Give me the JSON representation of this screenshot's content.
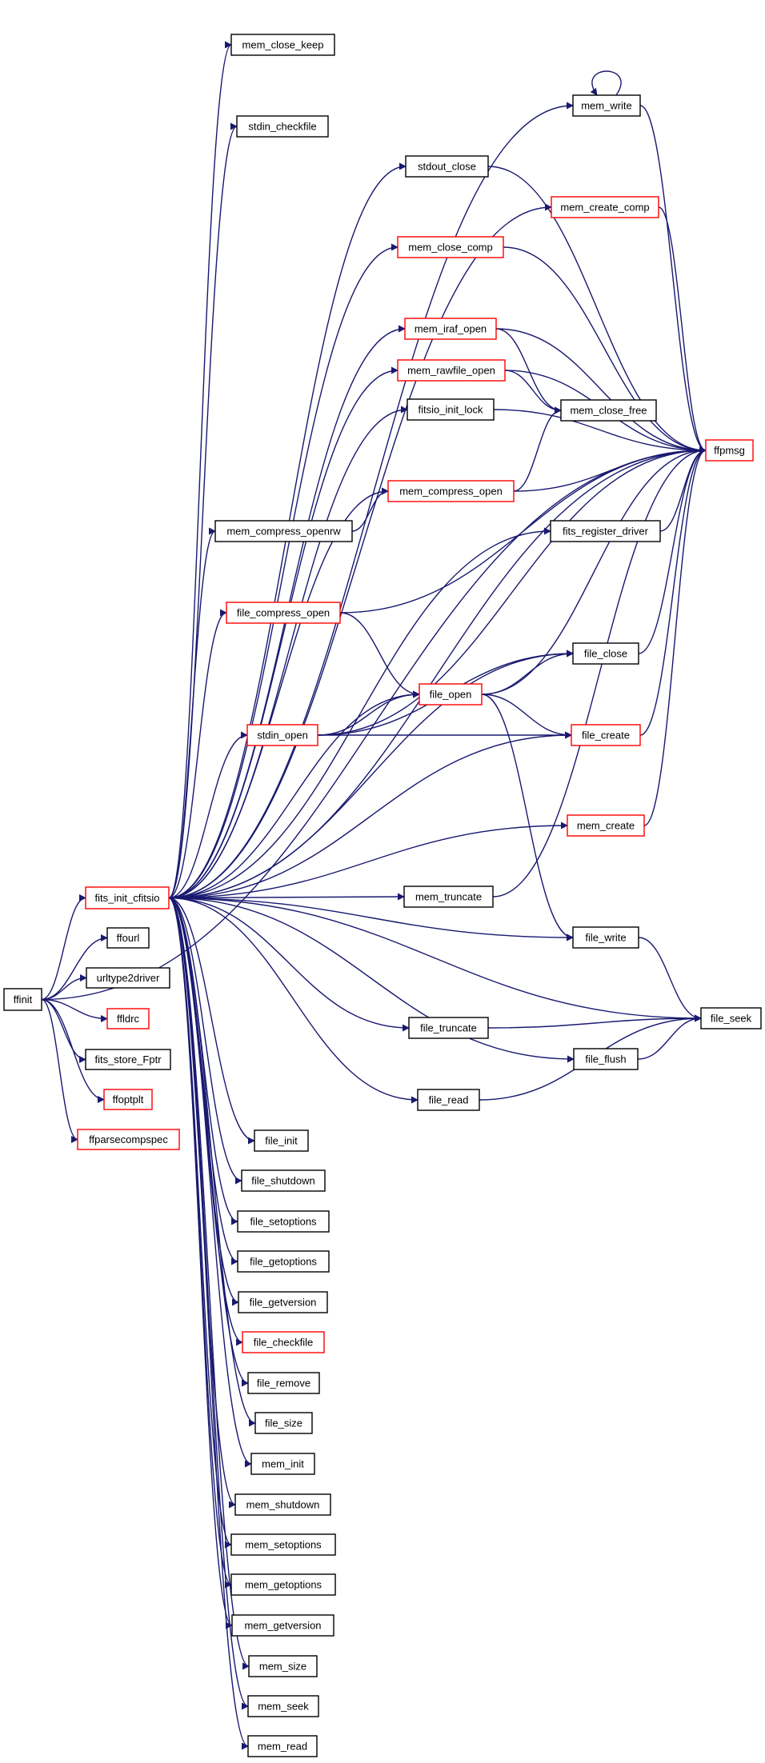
{
  "colors": {
    "edge": "#191970",
    "border_plain": "#000000",
    "border_linked": "#ff0000",
    "root_fill": "#bfbfbf",
    "node_fill": "#ffffff"
  },
  "nodes": [
    {
      "id": "ffinit",
      "label": "ffinit",
      "kind": "root"
    },
    {
      "id": "fits_init_cfitsio",
      "label": "fits_init_cfitsio",
      "kind": "linked"
    },
    {
      "id": "ffourl",
      "label": "ffourl",
      "kind": "plain"
    },
    {
      "id": "urltype2driver",
      "label": "urltype2driver",
      "kind": "plain"
    },
    {
      "id": "ffldrc",
      "label": "ffldrc",
      "kind": "linked"
    },
    {
      "id": "fits_store_Fptr",
      "label": "fits_store_Fptr",
      "kind": "plain"
    },
    {
      "id": "ffoptplt",
      "label": "ffoptplt",
      "kind": "linked"
    },
    {
      "id": "ffparsecompspec",
      "label": "ffparsecompspec",
      "kind": "linked"
    },
    {
      "id": "mem_close_keep",
      "label": "mem_close_keep",
      "kind": "plain"
    },
    {
      "id": "mem_write",
      "label": "mem_write",
      "kind": "plain"
    },
    {
      "id": "stdin_checkfile",
      "label": "stdin_checkfile",
      "kind": "plain"
    },
    {
      "id": "stdout_close",
      "label": "stdout_close",
      "kind": "plain"
    },
    {
      "id": "mem_create_comp",
      "label": "mem_create_comp",
      "kind": "linked"
    },
    {
      "id": "mem_close_comp",
      "label": "mem_close_comp",
      "kind": "linked"
    },
    {
      "id": "mem_iraf_open",
      "label": "mem_iraf_open",
      "kind": "linked"
    },
    {
      "id": "mem_rawfile_open",
      "label": "mem_rawfile_open",
      "kind": "linked"
    },
    {
      "id": "fitsio_init_lock",
      "label": "fitsio_init_lock",
      "kind": "plain"
    },
    {
      "id": "mem_close_free",
      "label": "mem_close_free",
      "kind": "plain"
    },
    {
      "id": "ffpmsg",
      "label": "ffpmsg",
      "kind": "linked"
    },
    {
      "id": "mem_compress_open",
      "label": "mem_compress_open",
      "kind": "linked"
    },
    {
      "id": "mem_compress_openrw",
      "label": "mem_compress_openrw",
      "kind": "plain"
    },
    {
      "id": "fits_register_driver",
      "label": "fits_register_driver",
      "kind": "plain"
    },
    {
      "id": "file_compress_open",
      "label": "file_compress_open",
      "kind": "linked"
    },
    {
      "id": "file_close",
      "label": "file_close",
      "kind": "plain"
    },
    {
      "id": "file_open",
      "label": "file_open",
      "kind": "linked"
    },
    {
      "id": "stdin_open",
      "label": "stdin_open",
      "kind": "linked"
    },
    {
      "id": "file_create",
      "label": "file_create",
      "kind": "linked"
    },
    {
      "id": "mem_create",
      "label": "mem_create",
      "kind": "linked"
    },
    {
      "id": "mem_truncate",
      "label": "mem_truncate",
      "kind": "plain"
    },
    {
      "id": "file_write",
      "label": "file_write",
      "kind": "plain"
    },
    {
      "id": "file_seek",
      "label": "file_seek",
      "kind": "plain"
    },
    {
      "id": "file_truncate",
      "label": "file_truncate",
      "kind": "plain"
    },
    {
      "id": "file_flush",
      "label": "file_flush",
      "kind": "plain"
    },
    {
      "id": "file_read",
      "label": "file_read",
      "kind": "plain"
    },
    {
      "id": "file_init",
      "label": "file_init",
      "kind": "plain"
    },
    {
      "id": "file_shutdown",
      "label": "file_shutdown",
      "kind": "plain"
    },
    {
      "id": "file_setoptions",
      "label": "file_setoptions",
      "kind": "plain"
    },
    {
      "id": "file_getoptions",
      "label": "file_getoptions",
      "kind": "plain"
    },
    {
      "id": "file_getversion",
      "label": "file_getversion",
      "kind": "plain"
    },
    {
      "id": "file_checkfile",
      "label": "file_checkfile",
      "kind": "linked"
    },
    {
      "id": "file_remove",
      "label": "file_remove",
      "kind": "plain"
    },
    {
      "id": "file_size",
      "label": "file_size",
      "kind": "plain"
    },
    {
      "id": "mem_init",
      "label": "mem_init",
      "kind": "plain"
    },
    {
      "id": "mem_shutdown",
      "label": "mem_shutdown",
      "kind": "plain"
    },
    {
      "id": "mem_setoptions",
      "label": "mem_setoptions",
      "kind": "plain"
    },
    {
      "id": "mem_getoptions",
      "label": "mem_getoptions",
      "kind": "plain"
    },
    {
      "id": "mem_getversion",
      "label": "mem_getversion",
      "kind": "plain"
    },
    {
      "id": "mem_size",
      "label": "mem_size",
      "kind": "plain"
    },
    {
      "id": "mem_seek",
      "label": "mem_seek",
      "kind": "plain"
    },
    {
      "id": "mem_read",
      "label": "mem_read",
      "kind": "plain"
    }
  ],
  "edges": [
    [
      "ffinit",
      "fits_init_cfitsio"
    ],
    [
      "ffinit",
      "ffourl"
    ],
    [
      "ffinit",
      "urltype2driver"
    ],
    [
      "ffinit",
      "ffldrc"
    ],
    [
      "ffinit",
      "fits_store_Fptr"
    ],
    [
      "ffinit",
      "ffoptplt"
    ],
    [
      "ffinit",
      "ffparsecompspec"
    ],
    [
      "ffinit",
      "ffpmsg"
    ],
    [
      "fits_init_cfitsio",
      "mem_close_keep"
    ],
    [
      "fits_init_cfitsio",
      "mem_write"
    ],
    [
      "fits_init_cfitsio",
      "stdin_checkfile"
    ],
    [
      "fits_init_cfitsio",
      "stdout_close"
    ],
    [
      "fits_init_cfitsio",
      "mem_create_comp"
    ],
    [
      "fits_init_cfitsio",
      "mem_close_comp"
    ],
    [
      "fits_init_cfitsio",
      "ffpmsg"
    ],
    [
      "fits_init_cfitsio",
      "mem_iraf_open"
    ],
    [
      "fits_init_cfitsio",
      "mem_rawfile_open"
    ],
    [
      "fits_init_cfitsio",
      "fitsio_init_lock"
    ],
    [
      "fits_init_cfitsio",
      "mem_compress_open"
    ],
    [
      "fits_init_cfitsio",
      "mem_compress_openrw"
    ],
    [
      "fits_init_cfitsio",
      "fits_register_driver"
    ],
    [
      "fits_init_cfitsio",
      "file_compress_open"
    ],
    [
      "fits_init_cfitsio",
      "file_close"
    ],
    [
      "fits_init_cfitsio",
      "file_open"
    ],
    [
      "fits_init_cfitsio",
      "stdin_open"
    ],
    [
      "fits_init_cfitsio",
      "file_create"
    ],
    [
      "fits_init_cfitsio",
      "mem_create"
    ],
    [
      "fits_init_cfitsio",
      "mem_truncate"
    ],
    [
      "fits_init_cfitsio",
      "file_write"
    ],
    [
      "fits_init_cfitsio",
      "file_seek"
    ],
    [
      "fits_init_cfitsio",
      "file_truncate"
    ],
    [
      "fits_init_cfitsio",
      "file_flush"
    ],
    [
      "fits_init_cfitsio",
      "file_read"
    ],
    [
      "fits_init_cfitsio",
      "file_init"
    ],
    [
      "fits_init_cfitsio",
      "file_shutdown"
    ],
    [
      "fits_init_cfitsio",
      "file_setoptions"
    ],
    [
      "fits_init_cfitsio",
      "file_getoptions"
    ],
    [
      "fits_init_cfitsio",
      "file_getversion"
    ],
    [
      "fits_init_cfitsio",
      "file_checkfile"
    ],
    [
      "fits_init_cfitsio",
      "file_remove"
    ],
    [
      "fits_init_cfitsio",
      "file_size"
    ],
    [
      "fits_init_cfitsio",
      "mem_init"
    ],
    [
      "fits_init_cfitsio",
      "mem_shutdown"
    ],
    [
      "fits_init_cfitsio",
      "mem_setoptions"
    ],
    [
      "fits_init_cfitsio",
      "mem_getoptions"
    ],
    [
      "fits_init_cfitsio",
      "mem_getversion"
    ],
    [
      "fits_init_cfitsio",
      "mem_size"
    ],
    [
      "fits_init_cfitsio",
      "mem_seek"
    ],
    [
      "fits_init_cfitsio",
      "mem_read"
    ],
    [
      "mem_write",
      "mem_write"
    ],
    [
      "mem_write",
      "ffpmsg"
    ],
    [
      "stdout_close",
      "ffpmsg"
    ],
    [
      "mem_create_comp",
      "ffpmsg"
    ],
    [
      "mem_close_comp",
      "ffpmsg"
    ],
    [
      "mem_iraf_open",
      "ffpmsg"
    ],
    [
      "mem_iraf_open",
      "mem_close_free"
    ],
    [
      "mem_rawfile_open",
      "ffpmsg"
    ],
    [
      "mem_rawfile_open",
      "mem_close_free"
    ],
    [
      "fitsio_init_lock",
      "ffpmsg"
    ],
    [
      "mem_compress_open",
      "ffpmsg"
    ],
    [
      "mem_compress_open",
      "mem_close_free"
    ],
    [
      "mem_compress_openrw",
      "mem_compress_open"
    ],
    [
      "fits_register_driver",
      "ffpmsg"
    ],
    [
      "file_compress_open",
      "ffpmsg"
    ],
    [
      "file_compress_open",
      "file_open"
    ],
    [
      "file_close",
      "ffpmsg"
    ],
    [
      "file_open",
      "file_close"
    ],
    [
      "file_open",
      "ffpmsg"
    ],
    [
      "file_open",
      "file_create"
    ],
    [
      "file_open",
      "file_write"
    ],
    [
      "stdin_open",
      "file_close"
    ],
    [
      "stdin_open",
      "file_open"
    ],
    [
      "stdin_open",
      "file_create"
    ],
    [
      "stdin_open",
      "ffpmsg"
    ],
    [
      "file_create",
      "ffpmsg"
    ],
    [
      "mem_create",
      "ffpmsg"
    ],
    [
      "mem_truncate",
      "ffpmsg"
    ],
    [
      "file_write",
      "file_seek"
    ],
    [
      "file_truncate",
      "file_seek"
    ],
    [
      "file_flush",
      "file_seek"
    ],
    [
      "file_read",
      "file_seek"
    ]
  ]
}
